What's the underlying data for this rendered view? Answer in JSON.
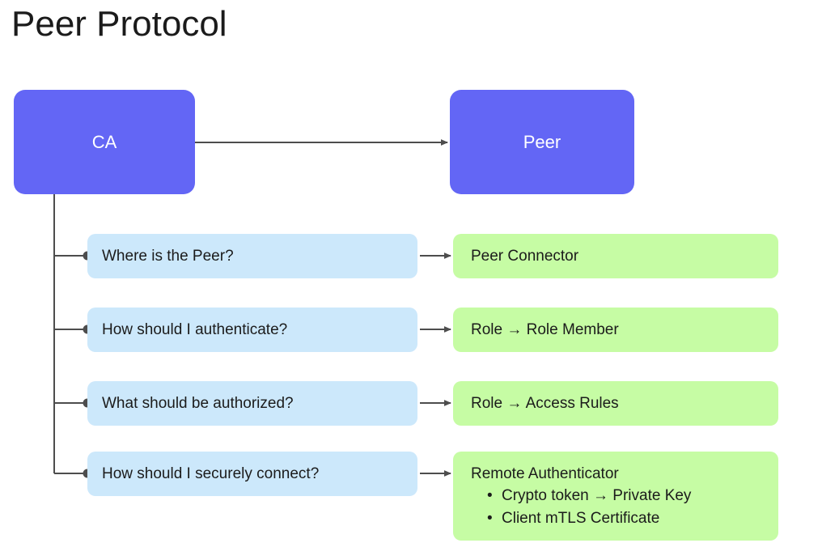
{
  "diagram": {
    "title": "Peer Protocol",
    "colors": {
      "background": "#ffffff",
      "node_purple": "#6366f5",
      "node_blue": "#cce8fb",
      "node_green": "#c6fca4",
      "connector": "#4d4d4d",
      "text_dark": "#1b1b1b",
      "text_light": "#ffffff"
    },
    "actors": {
      "ca": "CA",
      "peer": "Peer"
    },
    "rows": [
      {
        "question": "Where is the Peer?",
        "answer_title": "Peer Connector",
        "answer_bullets": []
      },
      {
        "question": "How should I authenticate?",
        "answer_title": "Role → Role Member",
        "answer_bullets": []
      },
      {
        "question": "What should be authorized?",
        "answer_title": "Role → Access Rules",
        "answer_bullets": []
      },
      {
        "question": "How should I securely connect?",
        "answer_title": "Remote Authenticator",
        "answer_bullets": [
          "Crypto token → Private Key",
          "Client mTLS Certificate"
        ]
      }
    ]
  }
}
